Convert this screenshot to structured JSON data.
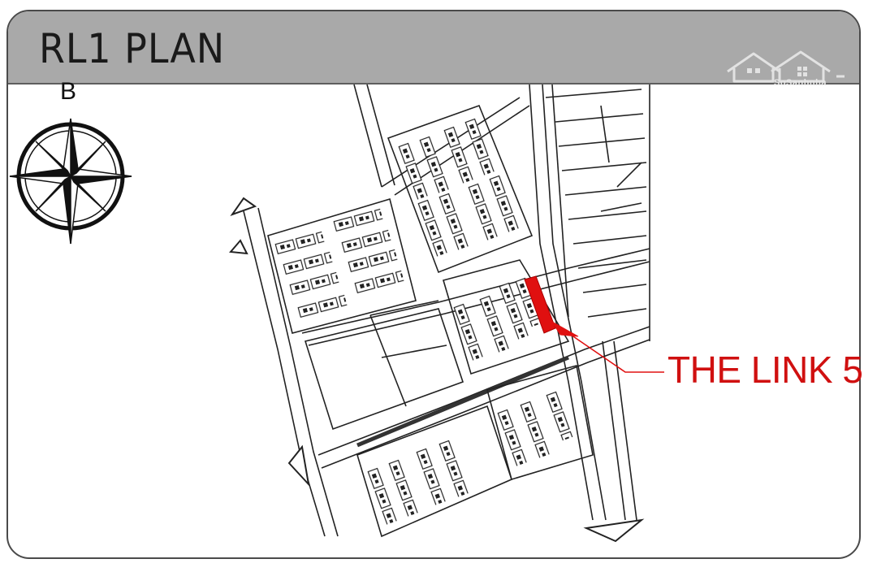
{
  "header": {
    "title": "RL1 PLAN"
  },
  "watermark": {
    "text": "SoSanhnha"
  },
  "compass": {
    "north_label": "B"
  },
  "highlight": {
    "label": "THE LINK 5",
    "color": "#e01010"
  },
  "colors": {
    "header_bg": "#a9a9a9",
    "line": "#222222",
    "highlight": "#e01010"
  }
}
